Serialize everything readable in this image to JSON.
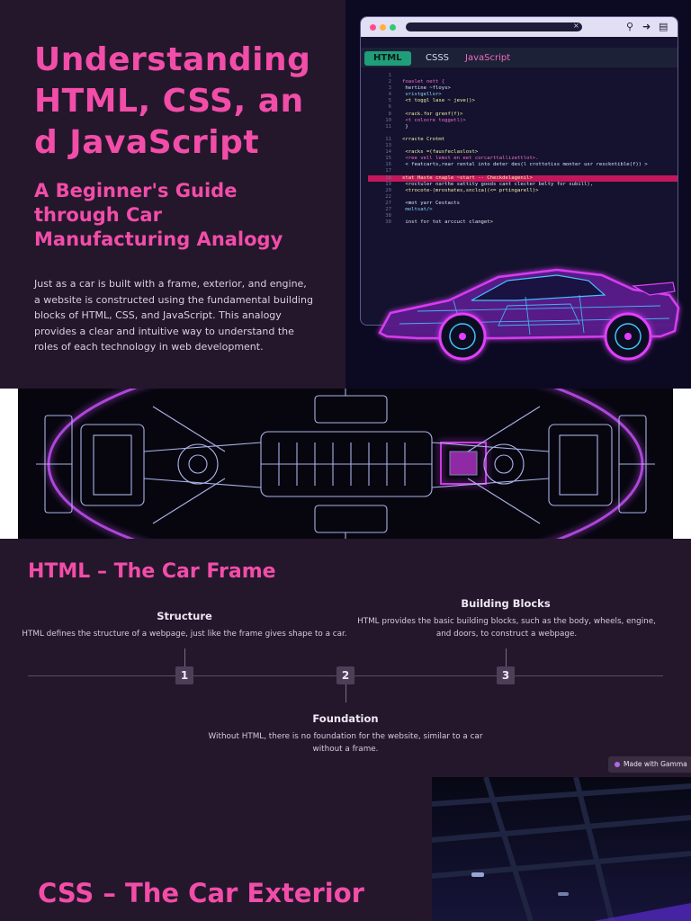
{
  "slide1": {
    "title": "Understanding HTML, CSS, and JavaScript",
    "subtitle": "A Beginner's Guide through Car Manufacturing Analogy",
    "intro": "Just as a car is built with a frame, exterior, and engine, a website is constructed using the fundamental building blocks of HTML, CSS, and JavaScript. This analogy provides a clear and intuitive way to understand the roles of each technology in web development.",
    "hero": {
      "url_clear": "×",
      "toolbar_icons": [
        "search-icon",
        "forward-icon",
        "menu-icon"
      ],
      "tabs": [
        "HTML",
        "CSSS",
        "JavaScript"
      ],
      "code_lines": [
        {
          "n": "1",
          "t": ""
        },
        {
          "n": "2",
          "t": "foaslet nett {"
        },
        {
          "n": "3",
          "t": "  hertine ~floys>"
        },
        {
          "n": "4",
          "t": "    vristgellor>"
        },
        {
          "n": "5",
          "t": "    <t toggl lase ~ jeve()>"
        },
        {
          "n": "6",
          "t": ""
        },
        {
          "n": "8",
          "t": "    <rack.for grenf(f)>"
        },
        {
          "n": "10",
          "t": "    <t colocre toggetl)>"
        },
        {
          "n": "11",
          "t": "  }"
        },
        {
          "n": "",
          "t": ""
        },
        {
          "n": "11",
          "t": "<rracte Crotmt"
        },
        {
          "n": "13",
          "t": ""
        },
        {
          "n": "14",
          "t": "  <racks =(fausfeclaslost>"
        },
        {
          "n": "15",
          "t": "    <ree vell lemst en eet corcarttallizettlot>."
        },
        {
          "n": "16",
          "t": "    < featcarts,rear rental into deter des(l crottotiss monter usr resckntible(f)) >"
        },
        {
          "n": "17",
          "t": ""
        },
        {
          "n": "18",
          "t": "stat Haste cnaple ~start -- Checkdelagenil>"
        },
        {
          "n": "19",
          "t": "  <roctuler narthe sattity goods cant clecter belty for subill),"
        },
        {
          "n": "20",
          "t": "  <trocote-(mroshates,snclca((<= prtingarell)>"
        },
        {
          "n": "22",
          "t": ""
        },
        {
          "n": "27",
          "t": "    <mot yarr Cestacts"
        },
        {
          "n": "27",
          "t": "      moltsat/>"
        },
        {
          "n": "38",
          "t": ""
        },
        {
          "n": "38",
          "t": "      inst for tot arccuct clanget>"
        }
      ]
    }
  },
  "slide3": {
    "heading": "HTML – The Car Frame",
    "milestones": [
      {
        "num": "1",
        "title": "Structure",
        "text": "HTML defines the structure of a webpage, just like the frame gives shape to a car."
      },
      {
        "num": "2",
        "title": "Foundation",
        "text": "Without HTML, there is no foundation for the website, similar to a car without a frame."
      },
      {
        "num": "3",
        "title": "Building Blocks",
        "text": "HTML provides the basic building blocks, such as the body, wheels, engine, and doors, to construct a webpage."
      }
    ],
    "badge": "Made with Gamma"
  },
  "slide4": {
    "heading": "CSS – The Car Exterior"
  },
  "colors": {
    "accent": "#f24da8",
    "background": "#24172c",
    "code_highlight": "#c2185b",
    "neon_pink": "#e040fb",
    "neon_cyan": "#40c4ff"
  }
}
